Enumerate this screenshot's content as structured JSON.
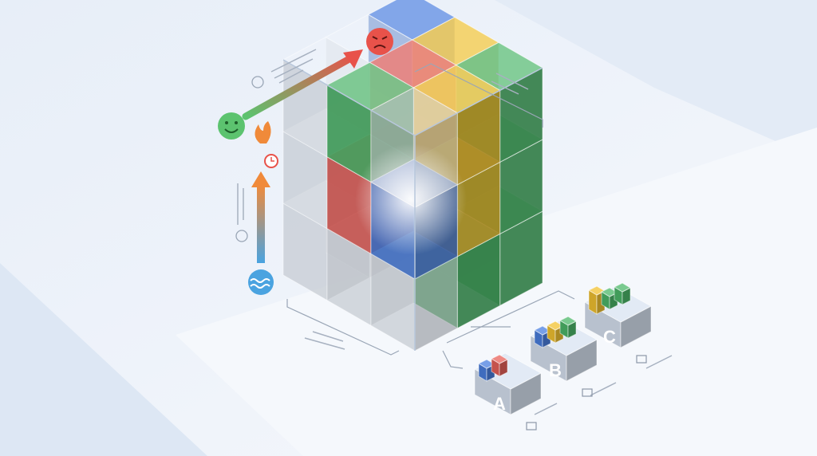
{
  "trays": [
    {
      "label": "A",
      "colors": [
        "#4a7fe0",
        "#e8615a"
      ]
    },
    {
      "label": "B",
      "colors": [
        "#4a7fe0",
        "#f2c230",
        "#4cb86a"
      ]
    },
    {
      "label": "C",
      "colors": [
        "#f2c230",
        "#4cb86a",
        "#4cb86a"
      ]
    }
  ],
  "palette": {
    "blue": "#4a7fe0",
    "yellow": "#f2c230",
    "green": "#4cb86a",
    "red": "#e8615a",
    "glass": "#dfe9f7"
  },
  "moods": {
    "happy": "#5cc36f",
    "angry": "#e8524a",
    "calm": "#4aa3e0"
  }
}
